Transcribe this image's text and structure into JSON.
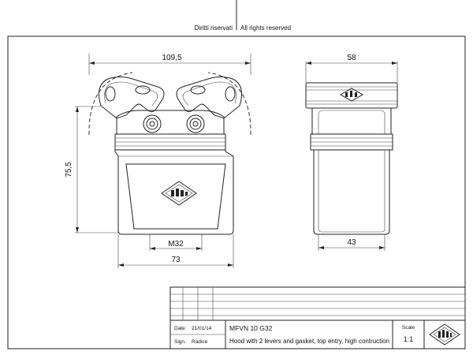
{
  "header": {
    "rights_it": "Diritti riservati",
    "rights_en": "All rights reserved"
  },
  "front_view": {
    "dim_width": "109,5",
    "dim_height": "75,5",
    "dim_thread": "M32",
    "dim_base": "73"
  },
  "side_view": {
    "dim_width": "58",
    "dim_base": "43"
  },
  "title_block": {
    "date_label": "Date",
    "date_value": "21/01/14",
    "sign_label": "Sign.",
    "sign_value": "Radice",
    "code": "MFVN 10 G32",
    "description": "Hood with 2 levers and gasket, top entry, high contruction",
    "scale_label": "Scale",
    "scale_value": "1:1"
  },
  "colors": {
    "line": "#222222",
    "body_fill": "#ffffff"
  },
  "icons": [
    "ilme-logo-icon"
  ]
}
